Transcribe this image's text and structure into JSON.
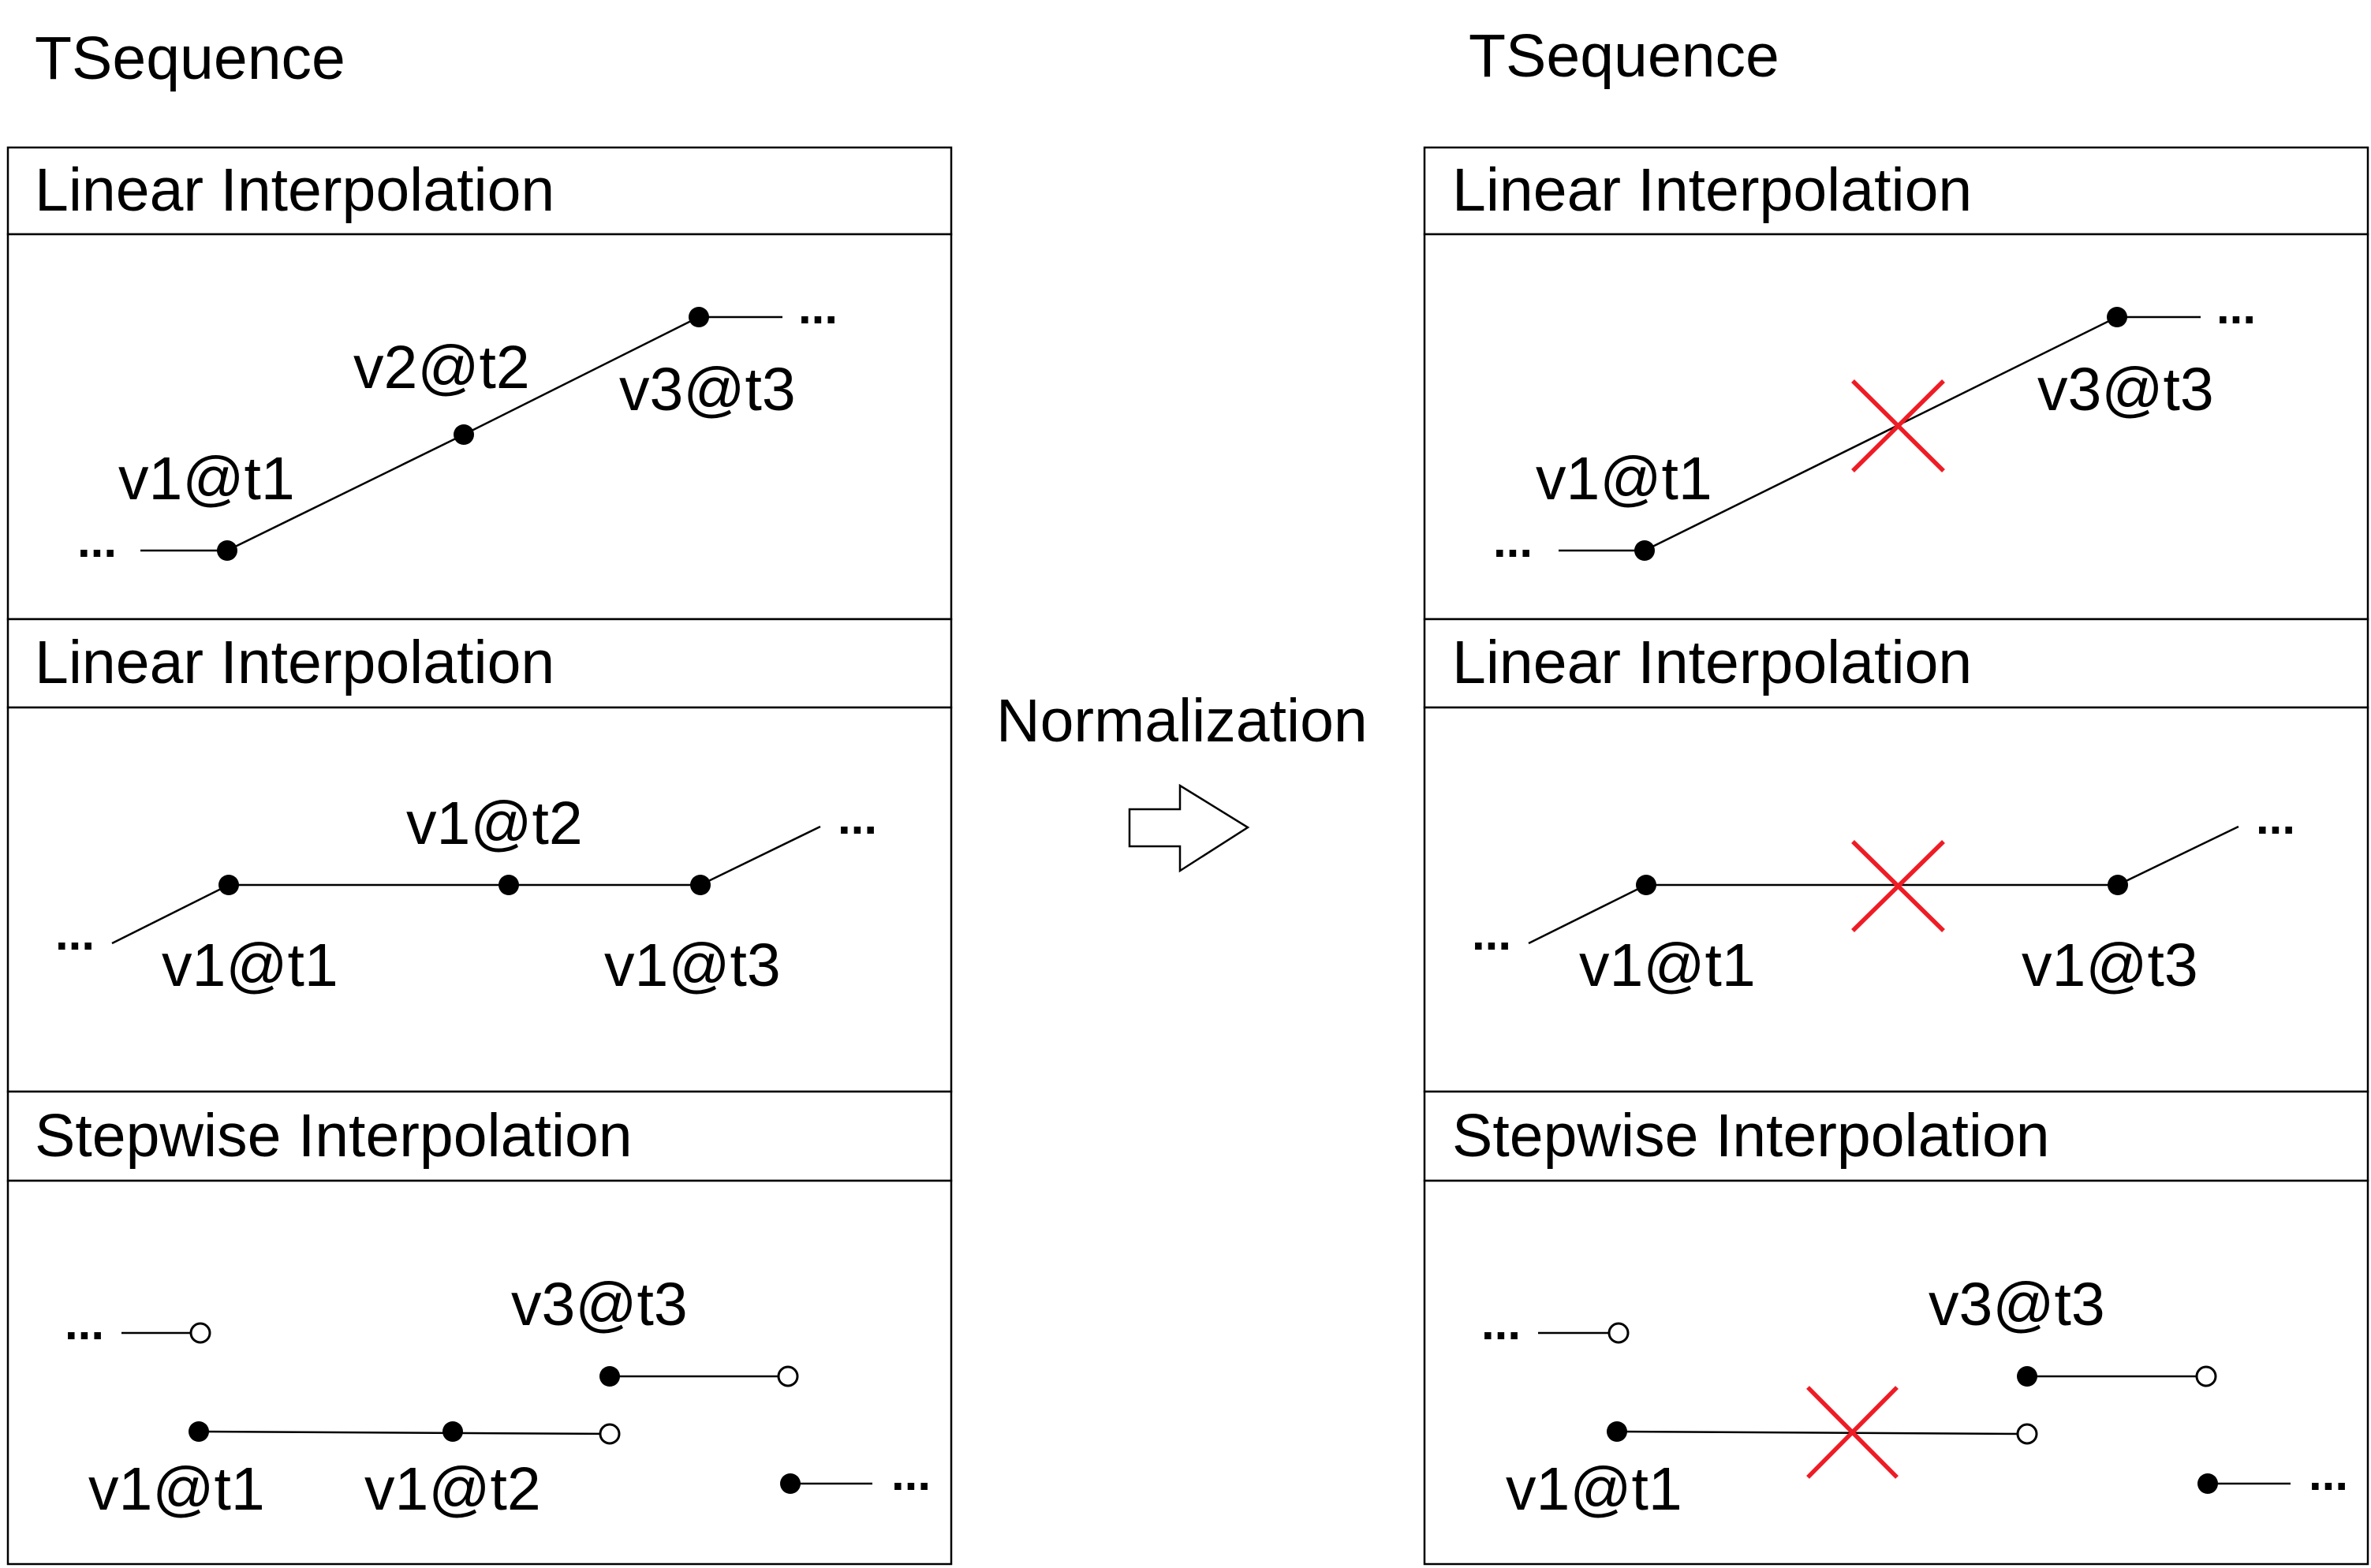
{
  "left": {
    "title": "TSequence",
    "panels": [
      {
        "header": "Linear Interpolation",
        "labels": [
          "v1@t1",
          "v2@t2",
          "v3@t3"
        ]
      },
      {
        "header": "Linear Interpolation",
        "labels": [
          "v1@t2",
          "v1@t1",
          "v1@t3"
        ]
      },
      {
        "header": "Stepwise Interpolation",
        "labels": [
          "v3@t3",
          "v1@t1",
          "v1@t2"
        ]
      }
    ]
  },
  "arrow_label": "Normalization",
  "right": {
    "title": "TSequence",
    "panels": [
      {
        "header": "Linear Interpolation",
        "labels": [
          "v1@t1",
          "v3@t3"
        ]
      },
      {
        "header": "Linear Interpolation",
        "labels": [
          "v1@t1",
          "v1@t3"
        ]
      },
      {
        "header": "Stepwise Interpolation",
        "labels": [
          "v3@t3",
          "v1@t1"
        ]
      }
    ]
  },
  "ellipsis": "...",
  "colors": {
    "cross": "#ee1c25",
    "line": "#000000"
  }
}
